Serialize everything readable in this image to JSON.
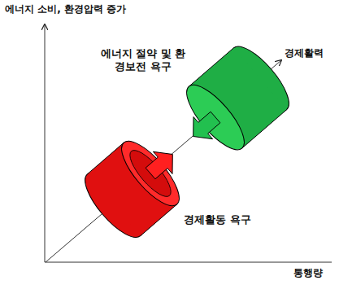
{
  "diagram": {
    "labels": [
      "에너지 소비, 환경압력 증가",
      "에너지 절약 및 환경보전 욕구",
      "경제활력",
      "경제활동 욕구",
      "통행량"
    ]
  }
}
